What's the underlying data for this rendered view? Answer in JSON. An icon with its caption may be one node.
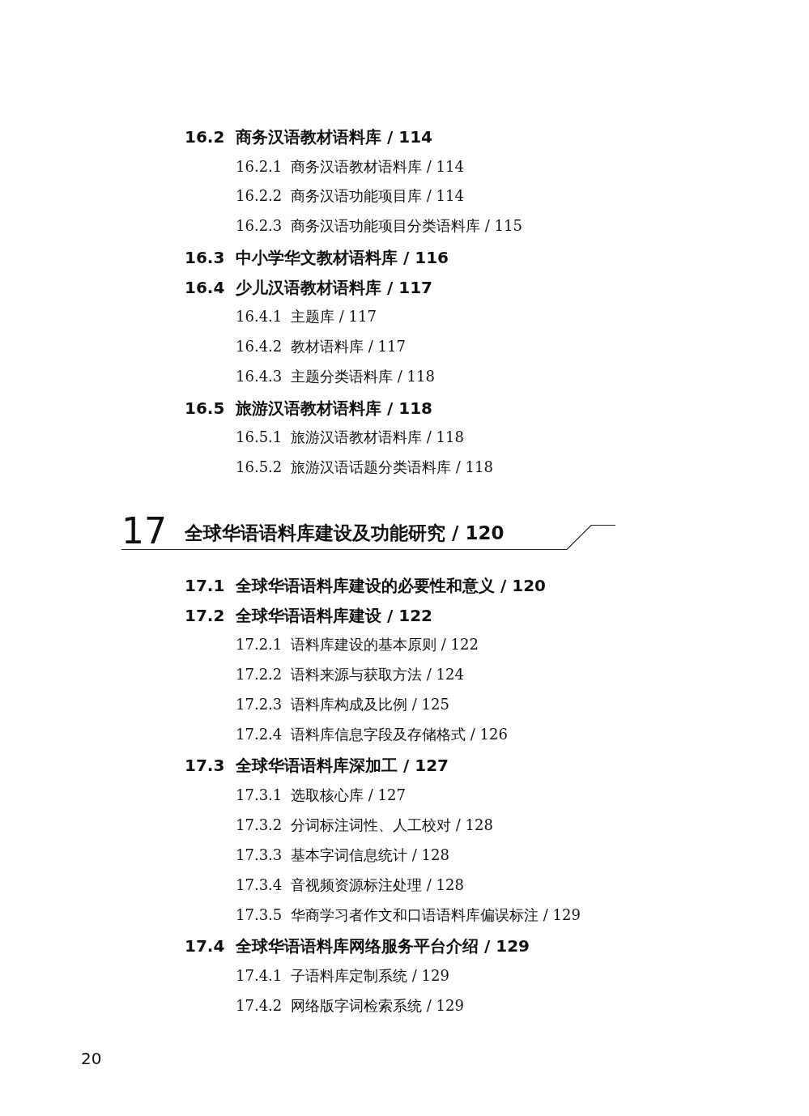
{
  "diagram": {
    "labels": [
      "16.2",
      "商务汉语教材语料库 / 114",
      "16.2.1",
      "商务汉语教材语料库 / 114",
      "16.2.2",
      "商务汉语功能项目库 / 114",
      "16.2.3",
      "商务汉语功能项目分类语料库 / 115",
      "16.3",
      "中小学华文教材语料库 / 116",
      "16.4",
      "少儿汉语教材语料库 / 117",
      "16.4.1",
      "主题库 / 117",
      "16.4.2",
      "教材语料库 / 117",
      "16.4.3",
      "主题分类语料库 / 118",
      "16.5",
      "旅游汉语教材语料库 / 118",
      "16.5.1",
      "旅游汉语教材语料库 / 118",
      "16.5.2",
      "旅游汉语话题分类语料库 / 118",
      "17",
      "全球华语语料库建设及功能研究 / 120",
      "17.1",
      "全球华语语料库建设的必要性和意义 / 120",
      "17.2",
      "全球华语语料库建设 / 122",
      "17.2.1",
      "语料库建设的基本原则 / 122",
      "17.2.2",
      "语料来源与获取方法 / 124",
      "17.2.3",
      "语料库构成及比例 / 125",
      "17.2.4",
      "语料库信息字段及存储格式 / 126",
      "17.3",
      "全球华语语料库深加工 / 127",
      "17.3.1",
      "选取核心库 / 127",
      "17.3.2",
      "分词标注词性、人工校对 / 128",
      "17.3.3",
      "基本字词信息统计 / 128",
      "17.3.4",
      "音视频资源标注处理 / 128",
      "17.3.5",
      "华商学习者作文和口语语料库偏误标注 / 129",
      "17.4",
      "全球华语语料库网络服务平台介绍 / 129",
      "17.4.1",
      "子语料库定制系统 / 129",
      "17.4.2",
      "网络版字词检索系统 / 129",
      "20"
    ]
  }
}
